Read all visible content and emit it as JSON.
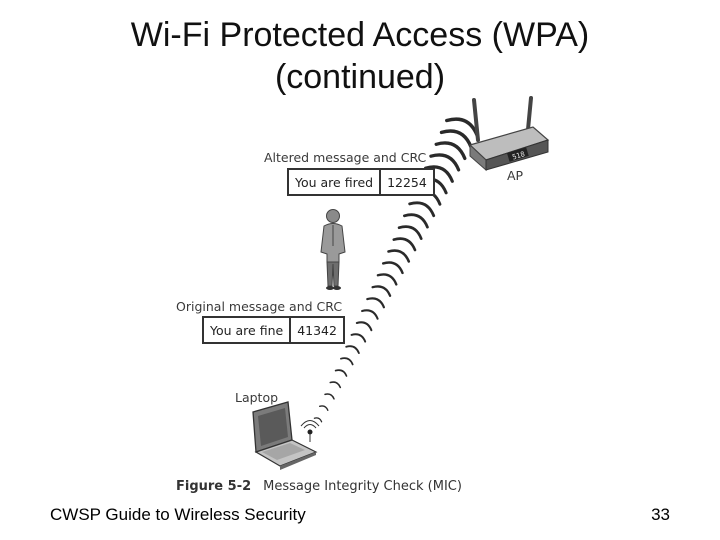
{
  "slide": {
    "title_line1": "Wi-Fi Protected Access (WPA)",
    "title_line2": "(continued)",
    "footer_left": "CWSP Guide to Wireless Security",
    "page_number": "33"
  },
  "figure": {
    "ap_label": "AP",
    "altered_heading": "Altered message and CRC",
    "altered_message": "You are fired",
    "altered_crc": "12254",
    "original_heading": "Original message and CRC",
    "original_message": "You are fine",
    "original_crc": "41342",
    "laptop_label": "Laptop",
    "caption_number": "Figure 5-2",
    "caption_text": "Message Integrity Check (MIC)",
    "ap_display": "518"
  },
  "icons": [
    "wireless-router-icon",
    "person-icon",
    "laptop-icon",
    "radio-wave-arcs"
  ]
}
